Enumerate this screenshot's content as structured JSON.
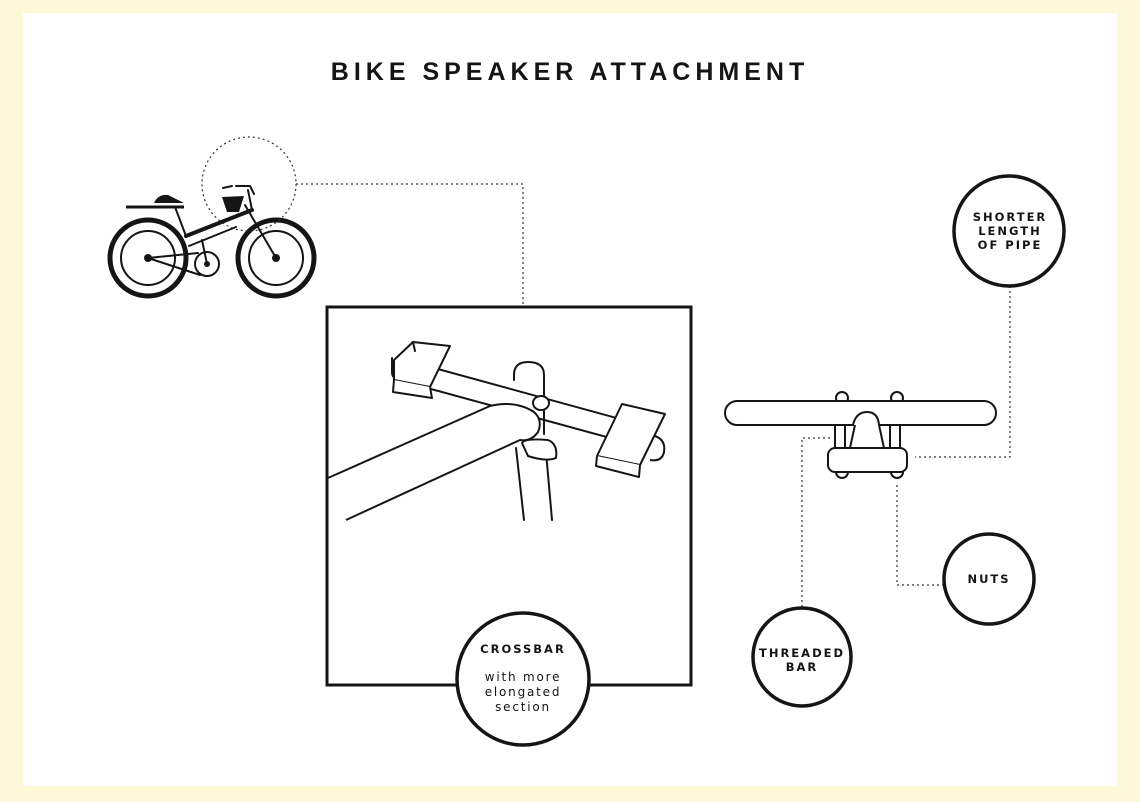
{
  "title": "BIKE SPEAKER ATTACHMENT",
  "labels": {
    "shorter_pipe": "SHORTER\nLENGTH\nOF PIPE",
    "nuts": "NUTS",
    "threaded_bar": "THREADED\nBAR",
    "crossbar": "CROSSBAR",
    "crossbar_note": "with more\nelongated\nsection"
  },
  "colors": {
    "page_border": "#fdf8d8",
    "sheet": "#ffffff",
    "ink": "#151515"
  }
}
